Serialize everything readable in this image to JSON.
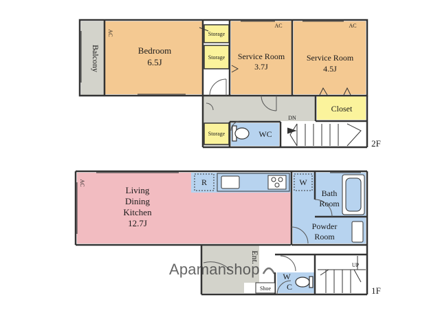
{
  "floors": {
    "second": {
      "label": "2F",
      "rooms": {
        "balcony": "Balcony",
        "bedroom": {
          "name": "Bedroom",
          "size": "6.5J"
        },
        "storage1": "Storage",
        "storage2": "Storage",
        "storage3": "Storage",
        "service_room_a": {
          "name": "Service Room",
          "size": "3.7J"
        },
        "service_room_b": {
          "name": "Service Room",
          "size": "4.5J"
        },
        "closet": "Closet",
        "wc": "WC"
      },
      "marks": {
        "ac_bedroom": "AC",
        "ac_service_a": "AC",
        "ac_service_b": "AC",
        "stairs": "DN"
      }
    },
    "first": {
      "label": "1F",
      "rooms": {
        "ldk": {
          "line1": "Living",
          "line2": "Dining",
          "line3": "Kitchen",
          "size": "12.7J"
        },
        "refrigerator": "R",
        "washer": "W",
        "bath": {
          "line1": "Bath",
          "line2": "Room"
        },
        "powder": {
          "line1": "Powder",
          "line2": "Room"
        },
        "entrance": "Ent.",
        "shoe": "Shoe",
        "wc": {
          "line1": "W",
          "line2": "C"
        }
      },
      "marks": {
        "ac_ldk": "AC",
        "stairs": "UP"
      }
    }
  },
  "watermark": "Apamanshop",
  "colors": {
    "bedroom": "#f4c992",
    "ldk": "#f2bcc1",
    "water": "#b7d3ef",
    "closet": "#fbf39c",
    "balcony": "#d3d3cb",
    "hall": "#d3d3cb",
    "wall": "#333333"
  }
}
